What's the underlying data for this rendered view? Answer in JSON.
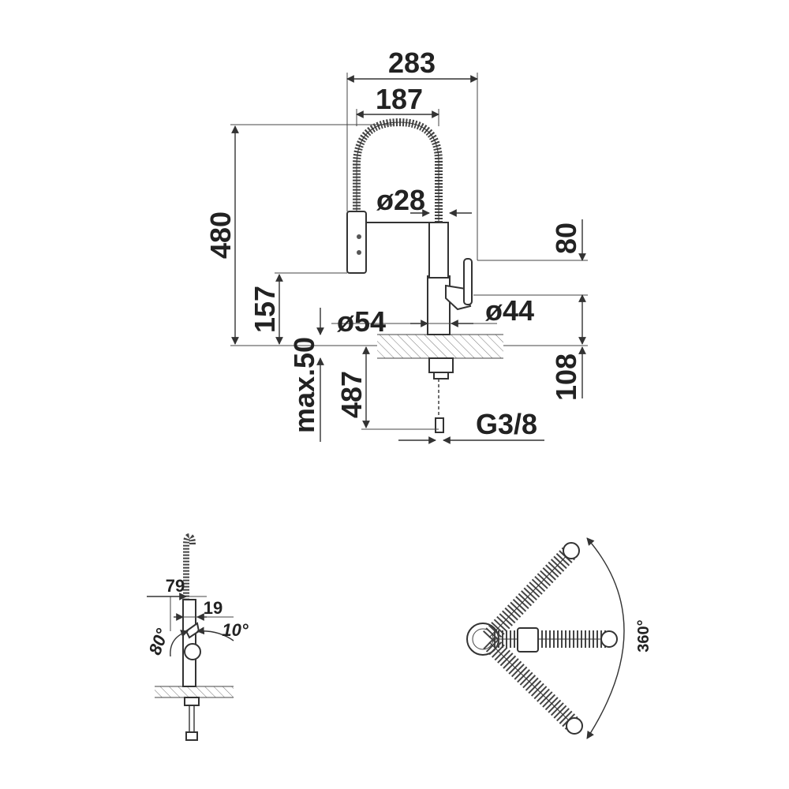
{
  "front_view": {
    "width_overall": "283",
    "spout_reach": "187",
    "spout_diameter": "ø28",
    "height_overall": "480",
    "lever_height": "80",
    "spray_head_height": "157",
    "base_diameter": "ø54",
    "hole_diameter": "ø44",
    "counter_thickness": "max.50",
    "below_counter_length": "487",
    "below_counter_height": "108",
    "connection_thread": "G3/8"
  },
  "side_view": {
    "lever_offset": "79",
    "lever_width": "19",
    "lever_angle_front": "80°",
    "lever_angle_back": "10°"
  },
  "top_view": {
    "swivel_angle": "360°"
  }
}
